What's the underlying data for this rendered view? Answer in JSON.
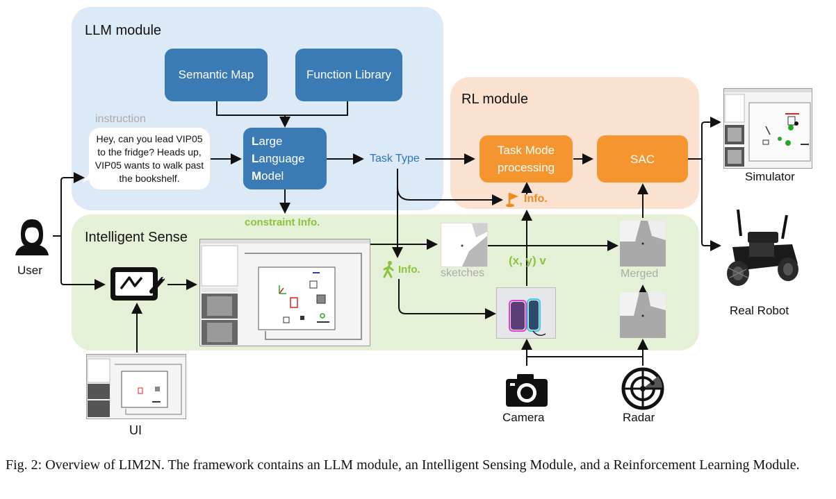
{
  "modules": {
    "llm": "LLM module",
    "rl": "RL module",
    "sense": "Intelligent Sense"
  },
  "boxes": {
    "semantic_map": "Semantic Map",
    "function_library": "Function Library",
    "llm_l1_first": "L",
    "llm_l1_rest": "arge",
    "llm_l2_first": "L",
    "llm_l2_rest": "anguage",
    "llm_l3_first": "M",
    "llm_l3_rest": "odel",
    "task_mode_1": "Task Mode",
    "task_mode_2": "processing",
    "sac": "SAC"
  },
  "labels": {
    "instruction": "instruction",
    "instruction_text": "Hey, can you lead VIP05 to the fridge? Heads up, VIP05 wants to walk past the bookshelf.",
    "task_type": "Task Type",
    "constraint_info": "constraint Info.",
    "info_orange": "Info.",
    "info_green": "Info.",
    "xyv": "(x, y) v",
    "sketches": "sketches",
    "merged": "Merged",
    "user": "User",
    "ui": "UI",
    "camera": "Camera",
    "radar": "Radar",
    "simulator": "Simulator",
    "real_robot": "Real Robot"
  },
  "caption": "Fig. 2: Overview of LIM2N. The framework contains an LLM module, an Intelligent Sensing Module, and a Reinforcement Learning Module.",
  "colors": {
    "llm_panel": "#dce9f6",
    "rl_panel": "#fbe1d0",
    "sense_panel": "#e5f1d6",
    "blue_box": "#3a7ab5",
    "orange_box": "#f59530",
    "green_text": "#8ac43f",
    "orange_text": "#f08a1c",
    "task_type_text": "#2e75b6"
  }
}
